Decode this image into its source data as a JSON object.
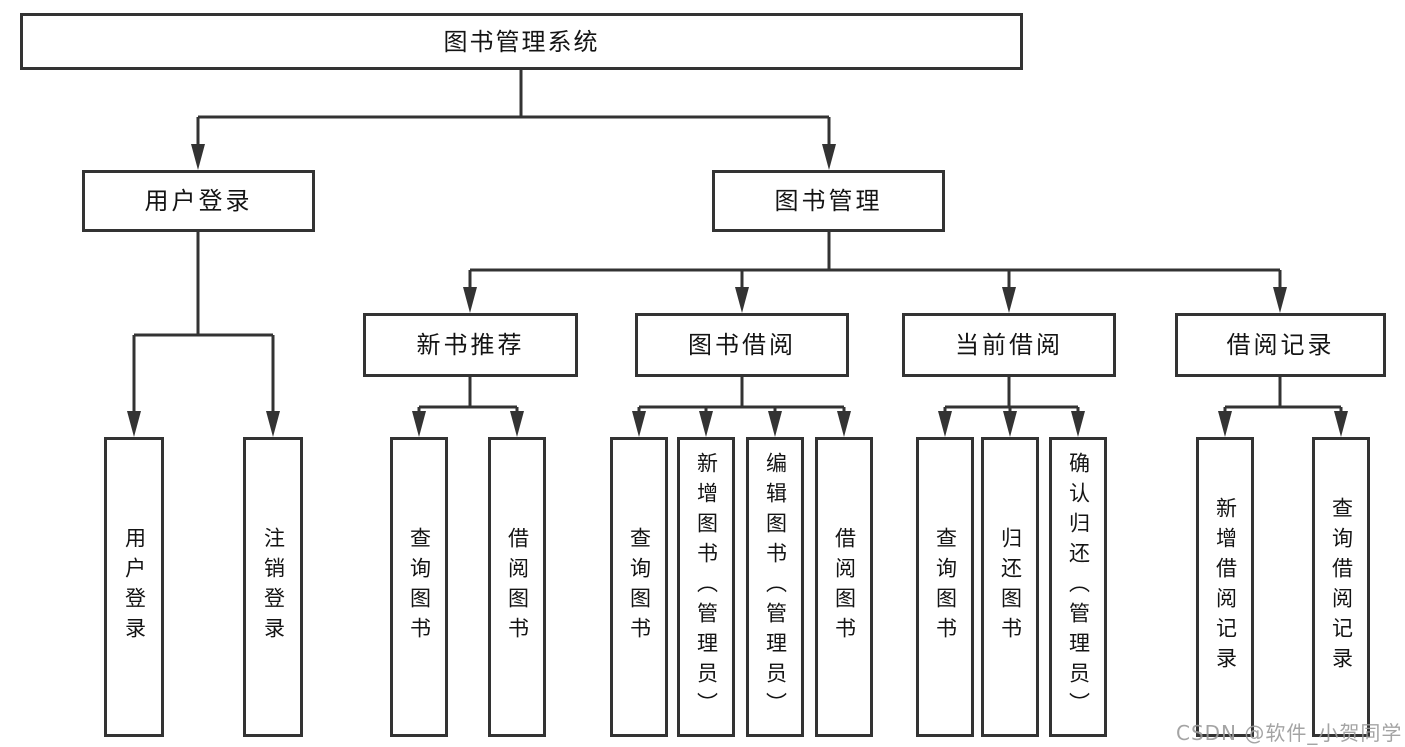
{
  "tree": {
    "label": "图书管理系统",
    "children": [
      {
        "label": "用户登录",
        "children": [
          {
            "label": "用户登录"
          },
          {
            "label": "注销登录"
          }
        ]
      },
      {
        "label": "图书管理",
        "children": [
          {
            "label": "新书推荐",
            "children": [
              {
                "label": "查询图书"
              },
              {
                "label": "借阅图书"
              }
            ]
          },
          {
            "label": "图书借阅",
            "children": [
              {
                "label": "查询图书"
              },
              {
                "label": "新增图书（管理员）"
              },
              {
                "label": "编辑图书（管理员）"
              },
              {
                "label": "借阅图书"
              }
            ]
          },
          {
            "label": "当前借阅",
            "children": [
              {
                "label": "查询图书"
              },
              {
                "label": "归还图书"
              },
              {
                "label": "确认归还（管理员）"
              }
            ]
          },
          {
            "label": "借阅记录",
            "children": [
              {
                "label": "新增借阅记录"
              },
              {
                "label": "查询借阅记录"
              }
            ]
          }
        ]
      }
    ]
  },
  "watermark": {
    "text": "CSDN @软件_小贺同学"
  },
  "colors": {
    "line": "#333333",
    "box_border": "#333333",
    "box_fill": "#ffffff",
    "text": "#141414",
    "watermark": "#9b9b9b",
    "background": "#ffffff"
  }
}
